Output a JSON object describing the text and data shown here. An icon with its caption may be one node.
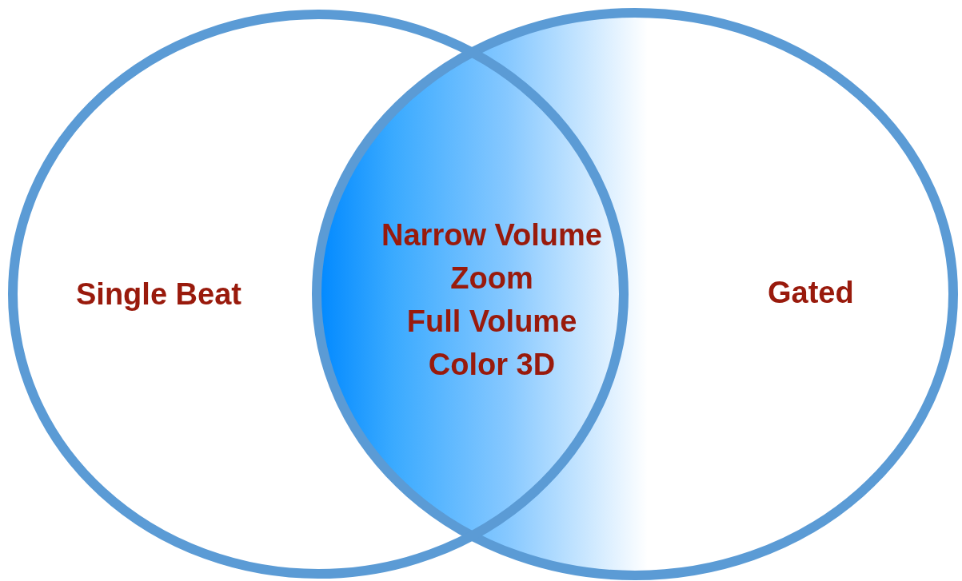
{
  "diagram": {
    "nodes": [
      {
        "text": [
          "Single Beat"
        ]
      },
      {
        "text": [
          "Gated"
        ]
      },
      {
        "text": [
          "Narrow Volume",
          "Zoom",
          "Full Volume",
          "Color 3D"
        ]
      }
    ]
  }
}
